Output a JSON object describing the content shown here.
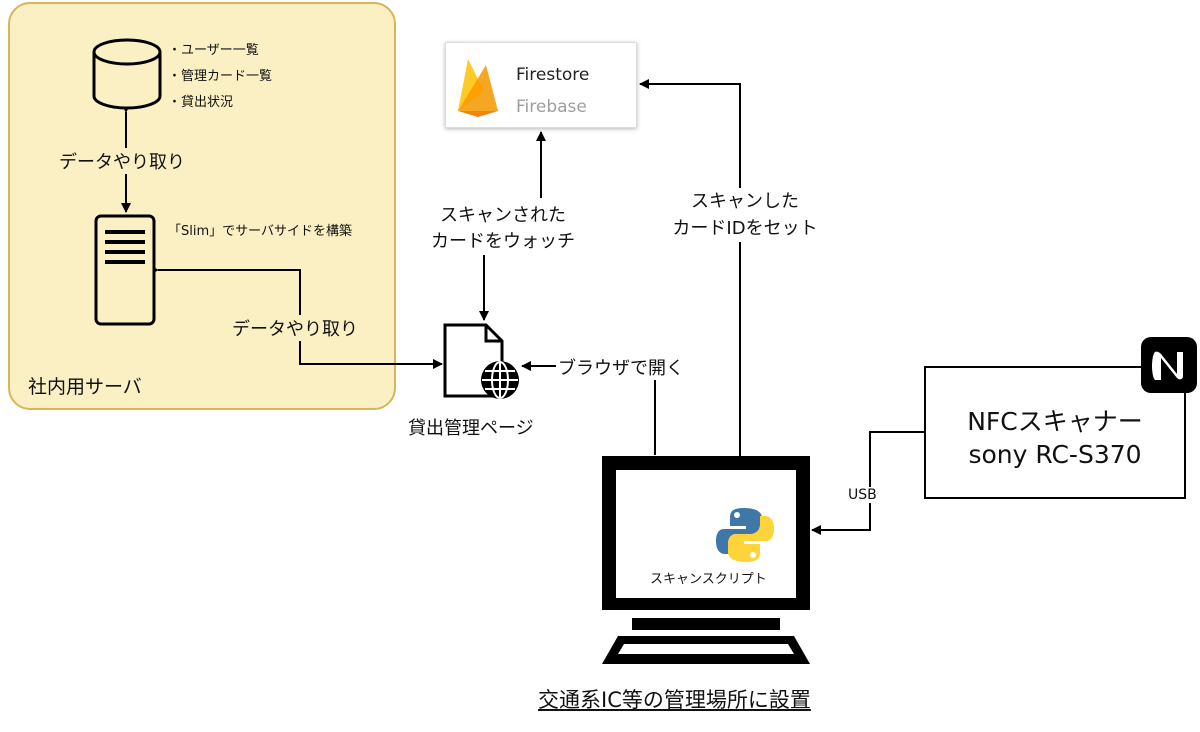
{
  "server_group": {
    "label": "社内用サーバ",
    "db_items": [
      "・ユーザー一覧",
      "・管理カード一覧",
      "・貸出状況"
    ],
    "db_exchange_label": "データやり取り",
    "server_note": "「Slim」でサーバサイドを構築"
  },
  "firestore": {
    "title": "Firestore",
    "subtitle": "Firebase"
  },
  "watch_label": {
    "line1": "スキャンされた",
    "line2": "カードをウォッチ"
  },
  "set_label": {
    "line1": "スキャンした",
    "line2": "カードIDをセット"
  },
  "server_page_exchange_label": "データやり取り",
  "page": {
    "label": "貸出管理ページ",
    "browser_label": "ブラウザで開く"
  },
  "computer": {
    "script_label": "スキャンスクリプト",
    "location_label": "交通系IC等の管理場所に設置"
  },
  "usb_label": "USB",
  "nfc": {
    "title": "NFCスキャナー",
    "model": "sony RC-S370"
  },
  "colors": {
    "server_fill": "#fbefc4",
    "server_stroke": "#d6b656",
    "firebase_orange": "#f5a623",
    "firebase_yellow": "#ffca28",
    "python_blue": "#3f77a8",
    "python_yellow": "#ffd43b"
  }
}
